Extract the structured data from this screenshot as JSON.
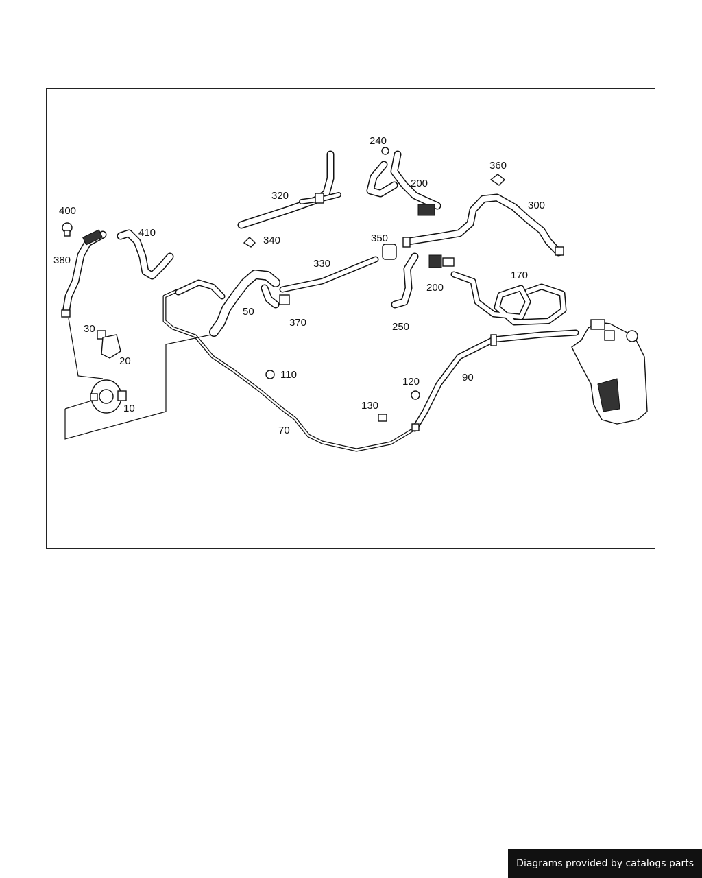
{
  "diagram": {
    "callouts": [
      "400",
      "410",
      "380",
      "30",
      "20",
      "10",
      "320",
      "340",
      "240",
      "200",
      "360",
      "300",
      "350",
      "330",
      "50",
      "370",
      "200",
      "250",
      "170",
      "110",
      "120",
      "90",
      "130",
      "70"
    ]
  },
  "footer": {
    "credit": "Diagrams provided by catalogs parts"
  }
}
